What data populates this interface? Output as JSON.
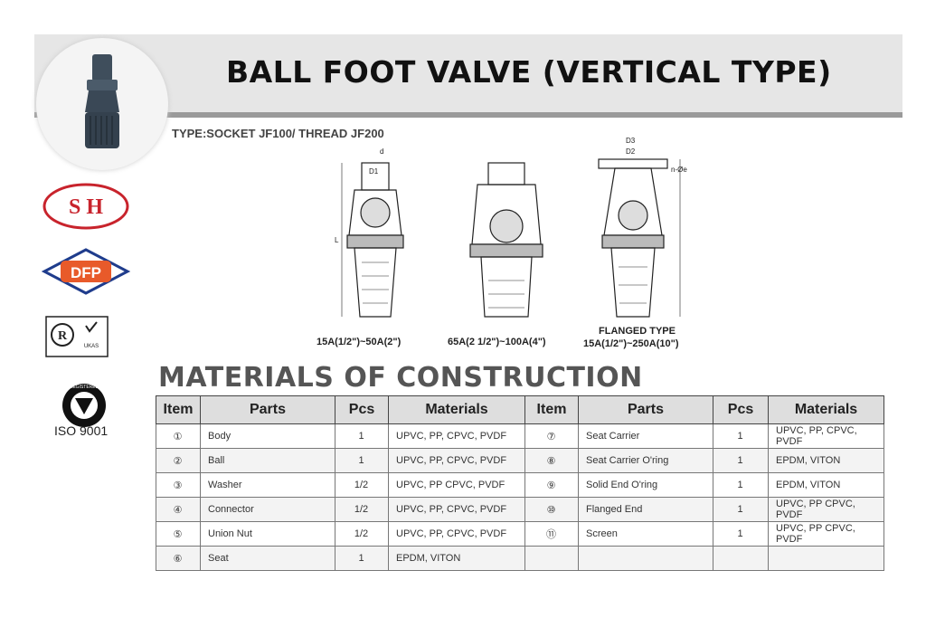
{
  "header": {
    "title": "BALL FOOT VALVE (VERTICAL TYPE)"
  },
  "subtitle": "TYPE:SOCKET JF100/ THREAD JF200",
  "logos": {
    "brand1": "S H",
    "brand2": "DFP",
    "cert_text": "UKAS",
    "iso_label": "ISO 9001",
    "iso_badge": "REGISTERED"
  },
  "drawings": {
    "labels": [
      "d",
      "D1",
      "D3",
      "D2",
      "n-Øe",
      "L"
    ],
    "captions": [
      "15A(1/2\")~50A(2\")",
      "65A(2 1/2\")~100A(4\")",
      "FLANGED TYPE",
      "15A(1/2\")~250A(10\")"
    ]
  },
  "section_title": "MATERIALS OF CONSTRUCTION",
  "table": {
    "headers": [
      "Item",
      "Parts",
      "Pcs",
      "Materials",
      "Item",
      "Parts",
      "Pcs",
      "Materials"
    ],
    "rows": [
      [
        "①",
        "Body",
        "1",
        "UPVC, PP, CPVC, PVDF",
        "⑦",
        "Seat Carrier",
        "1",
        "UPVC, PP, CPVC, PVDF"
      ],
      [
        "②",
        "Ball",
        "1",
        "UPVC, PP, CPVC, PVDF",
        "⑧",
        "Seat Carrier O'ring",
        "1",
        "EPDM, VITON"
      ],
      [
        "③",
        "Washer",
        "1/2",
        "UPVC, PP CPVC, PVDF",
        "⑨",
        "Solid End O'ring",
        "1",
        "EPDM, VITON"
      ],
      [
        "④",
        "Connector",
        "1/2",
        "UPVC, PP, CPVC, PVDF",
        "⑩",
        "Flanged End",
        "1",
        "UPVC, PP CPVC, PVDF"
      ],
      [
        "⑤",
        "Union Nut",
        "1/2",
        "UPVC, PP, CPVC, PVDF",
        "⑪",
        "Screen",
        "1",
        "UPVC, PP CPVC, PVDF"
      ],
      [
        "⑥",
        "Seat",
        "1",
        "EPDM, VITON",
        "",
        "",
        "",
        ""
      ]
    ]
  }
}
